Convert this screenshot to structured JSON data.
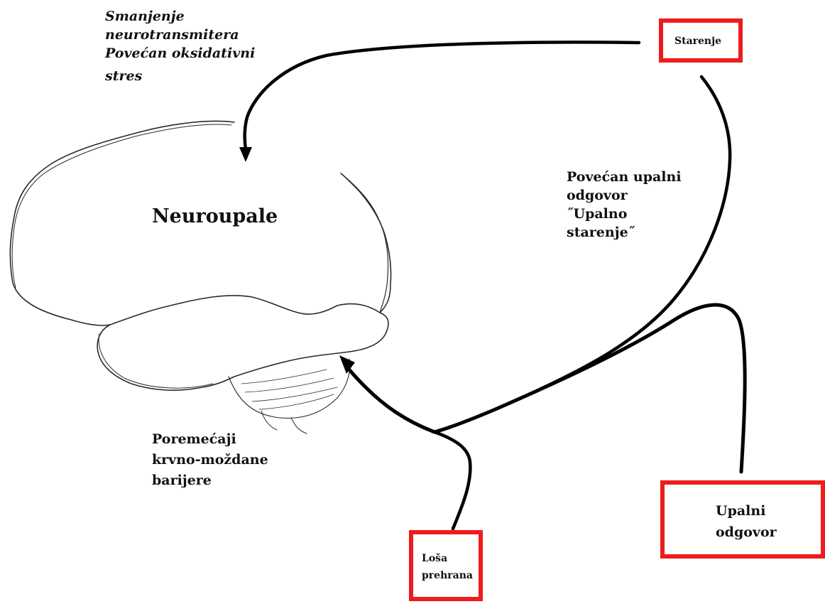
{
  "labels": {
    "aging_effects": {
      "line1": "Smanjenje",
      "line2": "neurotransmitera",
      "line3": "Povećan oksidativni",
      "line4": "stres"
    },
    "center": "Neuroupale",
    "inflammatory_response": {
      "line1": "Povećan upalni",
      "line2": "odgovor",
      "line3": "˝Upalno",
      "line4": "starenje˝"
    },
    "bbb": {
      "line1": "Poremećaji",
      "line2": "krvno-moždane",
      "line3": "barijere"
    }
  },
  "boxes": {
    "aging": "Starenje",
    "diet": {
      "line1": "Loša",
      "line2": "prehrana"
    },
    "inflammation": {
      "line1": "Upalni",
      "line2": "odgovor"
    }
  },
  "colors": {
    "box_border": "#ee1c1c",
    "arrow": "#000000",
    "sketch": "#2a2a2a"
  }
}
